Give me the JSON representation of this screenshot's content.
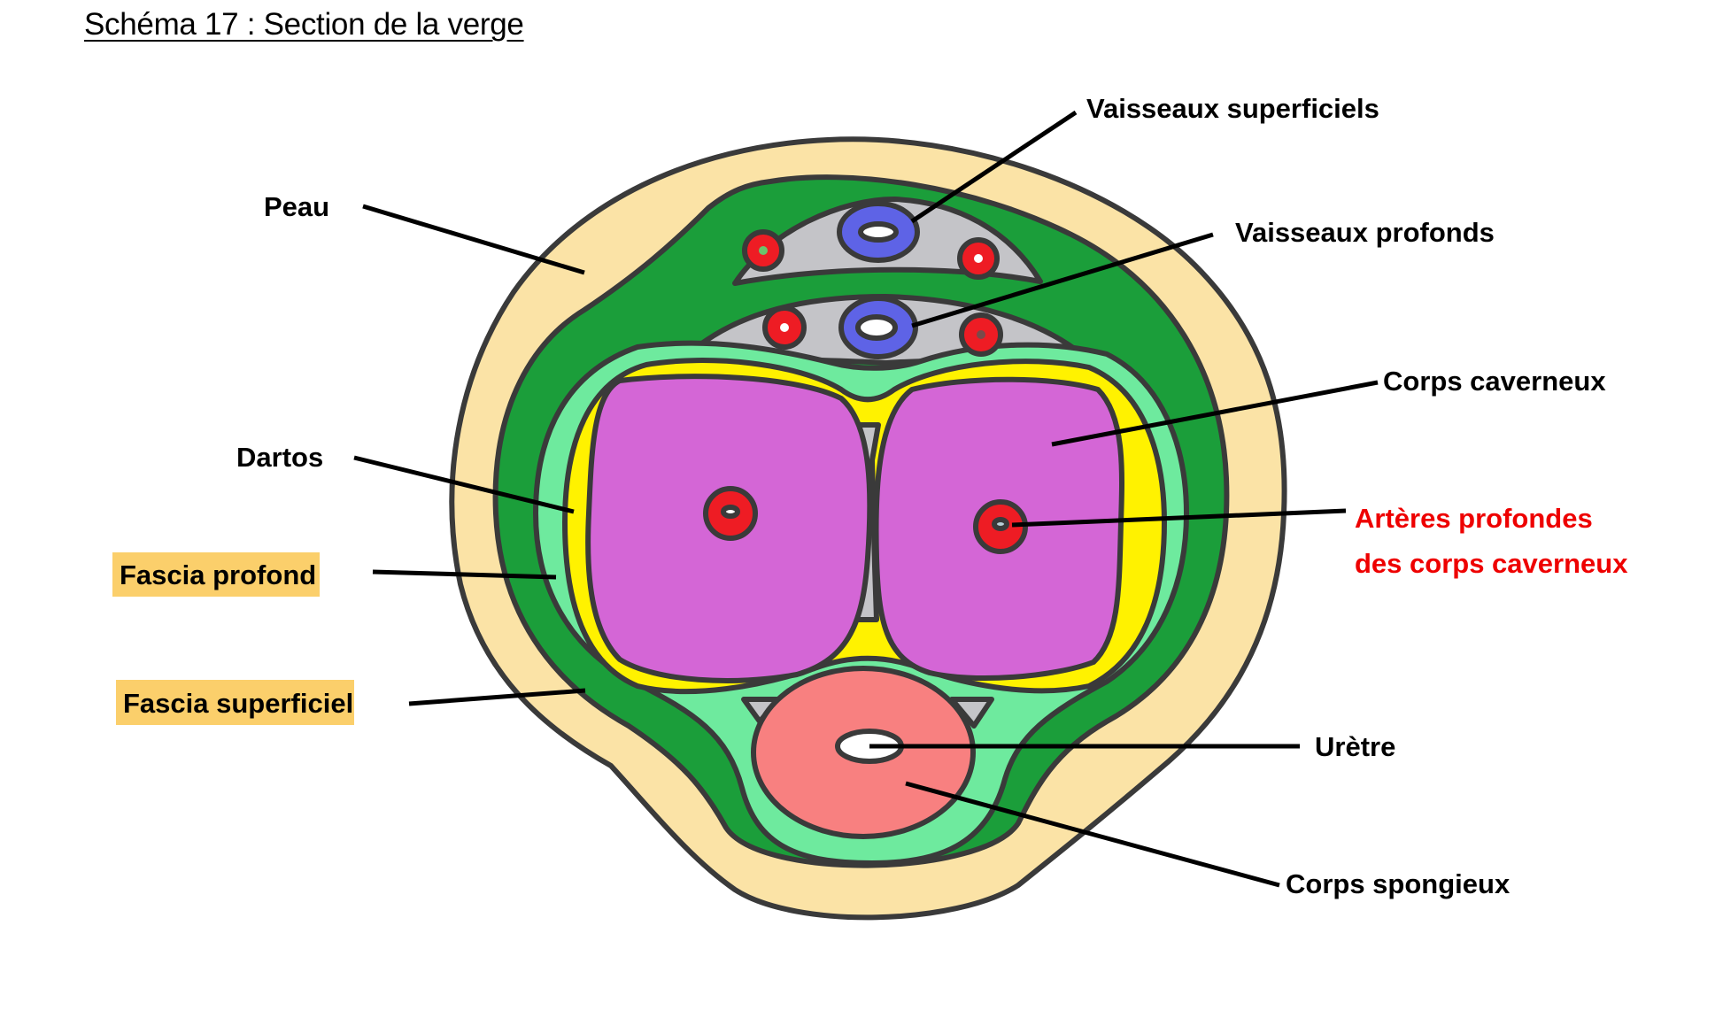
{
  "title": "Schéma 17 : Section de la verge",
  "colors": {
    "skin": "#fbe3a6",
    "fascia_superficial": "#1b9e3a",
    "fascia_deep": "#6eea9e",
    "tunica": "#fff200",
    "corpus_cavernosum": "#d466d6",
    "corpus_spongiosum": "#f88080",
    "artery": "#ee1c24",
    "vein": "#5e63e6",
    "connective": "#c4c4c8",
    "outline": "#3a3a3a",
    "highlight": "#fbcf6b",
    "red_label": "#ee0000"
  },
  "labels": {
    "peau": "Peau",
    "dartos": "Dartos",
    "fascia_profond": "Fascia profond",
    "fascia_superficiel": "Fascia superficiel",
    "vaisseaux_superficiels": "Vaisseaux superficiels",
    "vaisseaux_profonds": "Vaisseaux profonds",
    "corps_caverneux": "Corps caverneux",
    "arteres_line1": "Artères profondes",
    "arteres_line2": "des corps caverneux",
    "uretre": "Urètre",
    "corps_spongieux": "Corps spongieux"
  }
}
